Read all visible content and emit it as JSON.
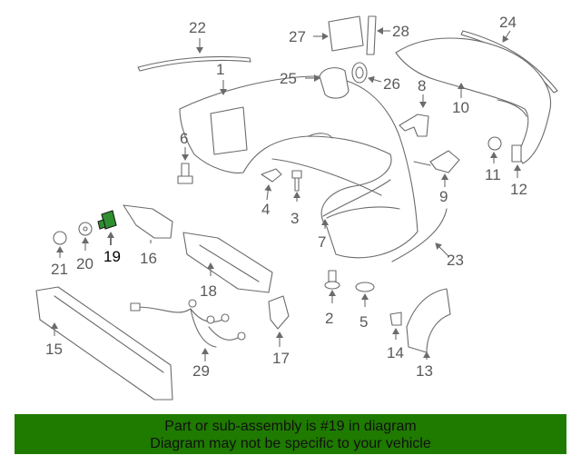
{
  "diagram": {
    "callouts": {
      "p1": "1",
      "p2": "2",
      "p3": "3",
      "p4": "4",
      "p5": "5",
      "p6": "6",
      "p7": "7",
      "p8": "8",
      "p9": "9",
      "p10": "10",
      "p11": "11",
      "p12": "12",
      "p13": "13",
      "p14": "14",
      "p15": "15",
      "p16": "16",
      "p17": "17",
      "p18": "18",
      "p19": "19",
      "p20": "20",
      "p21": "21",
      "p22": "22",
      "p23": "23",
      "p24": "24",
      "p25": "25",
      "p26": "26",
      "p27": "27",
      "p28": "28",
      "p29": "29"
    },
    "highlighted_part": "19",
    "highlight_color": "#2f8f2f"
  },
  "banner": {
    "line1": "Part or sub-assembly is #19 in diagram",
    "line2": "Diagram may not be specific to your vehicle",
    "background": "#1f7a00"
  }
}
